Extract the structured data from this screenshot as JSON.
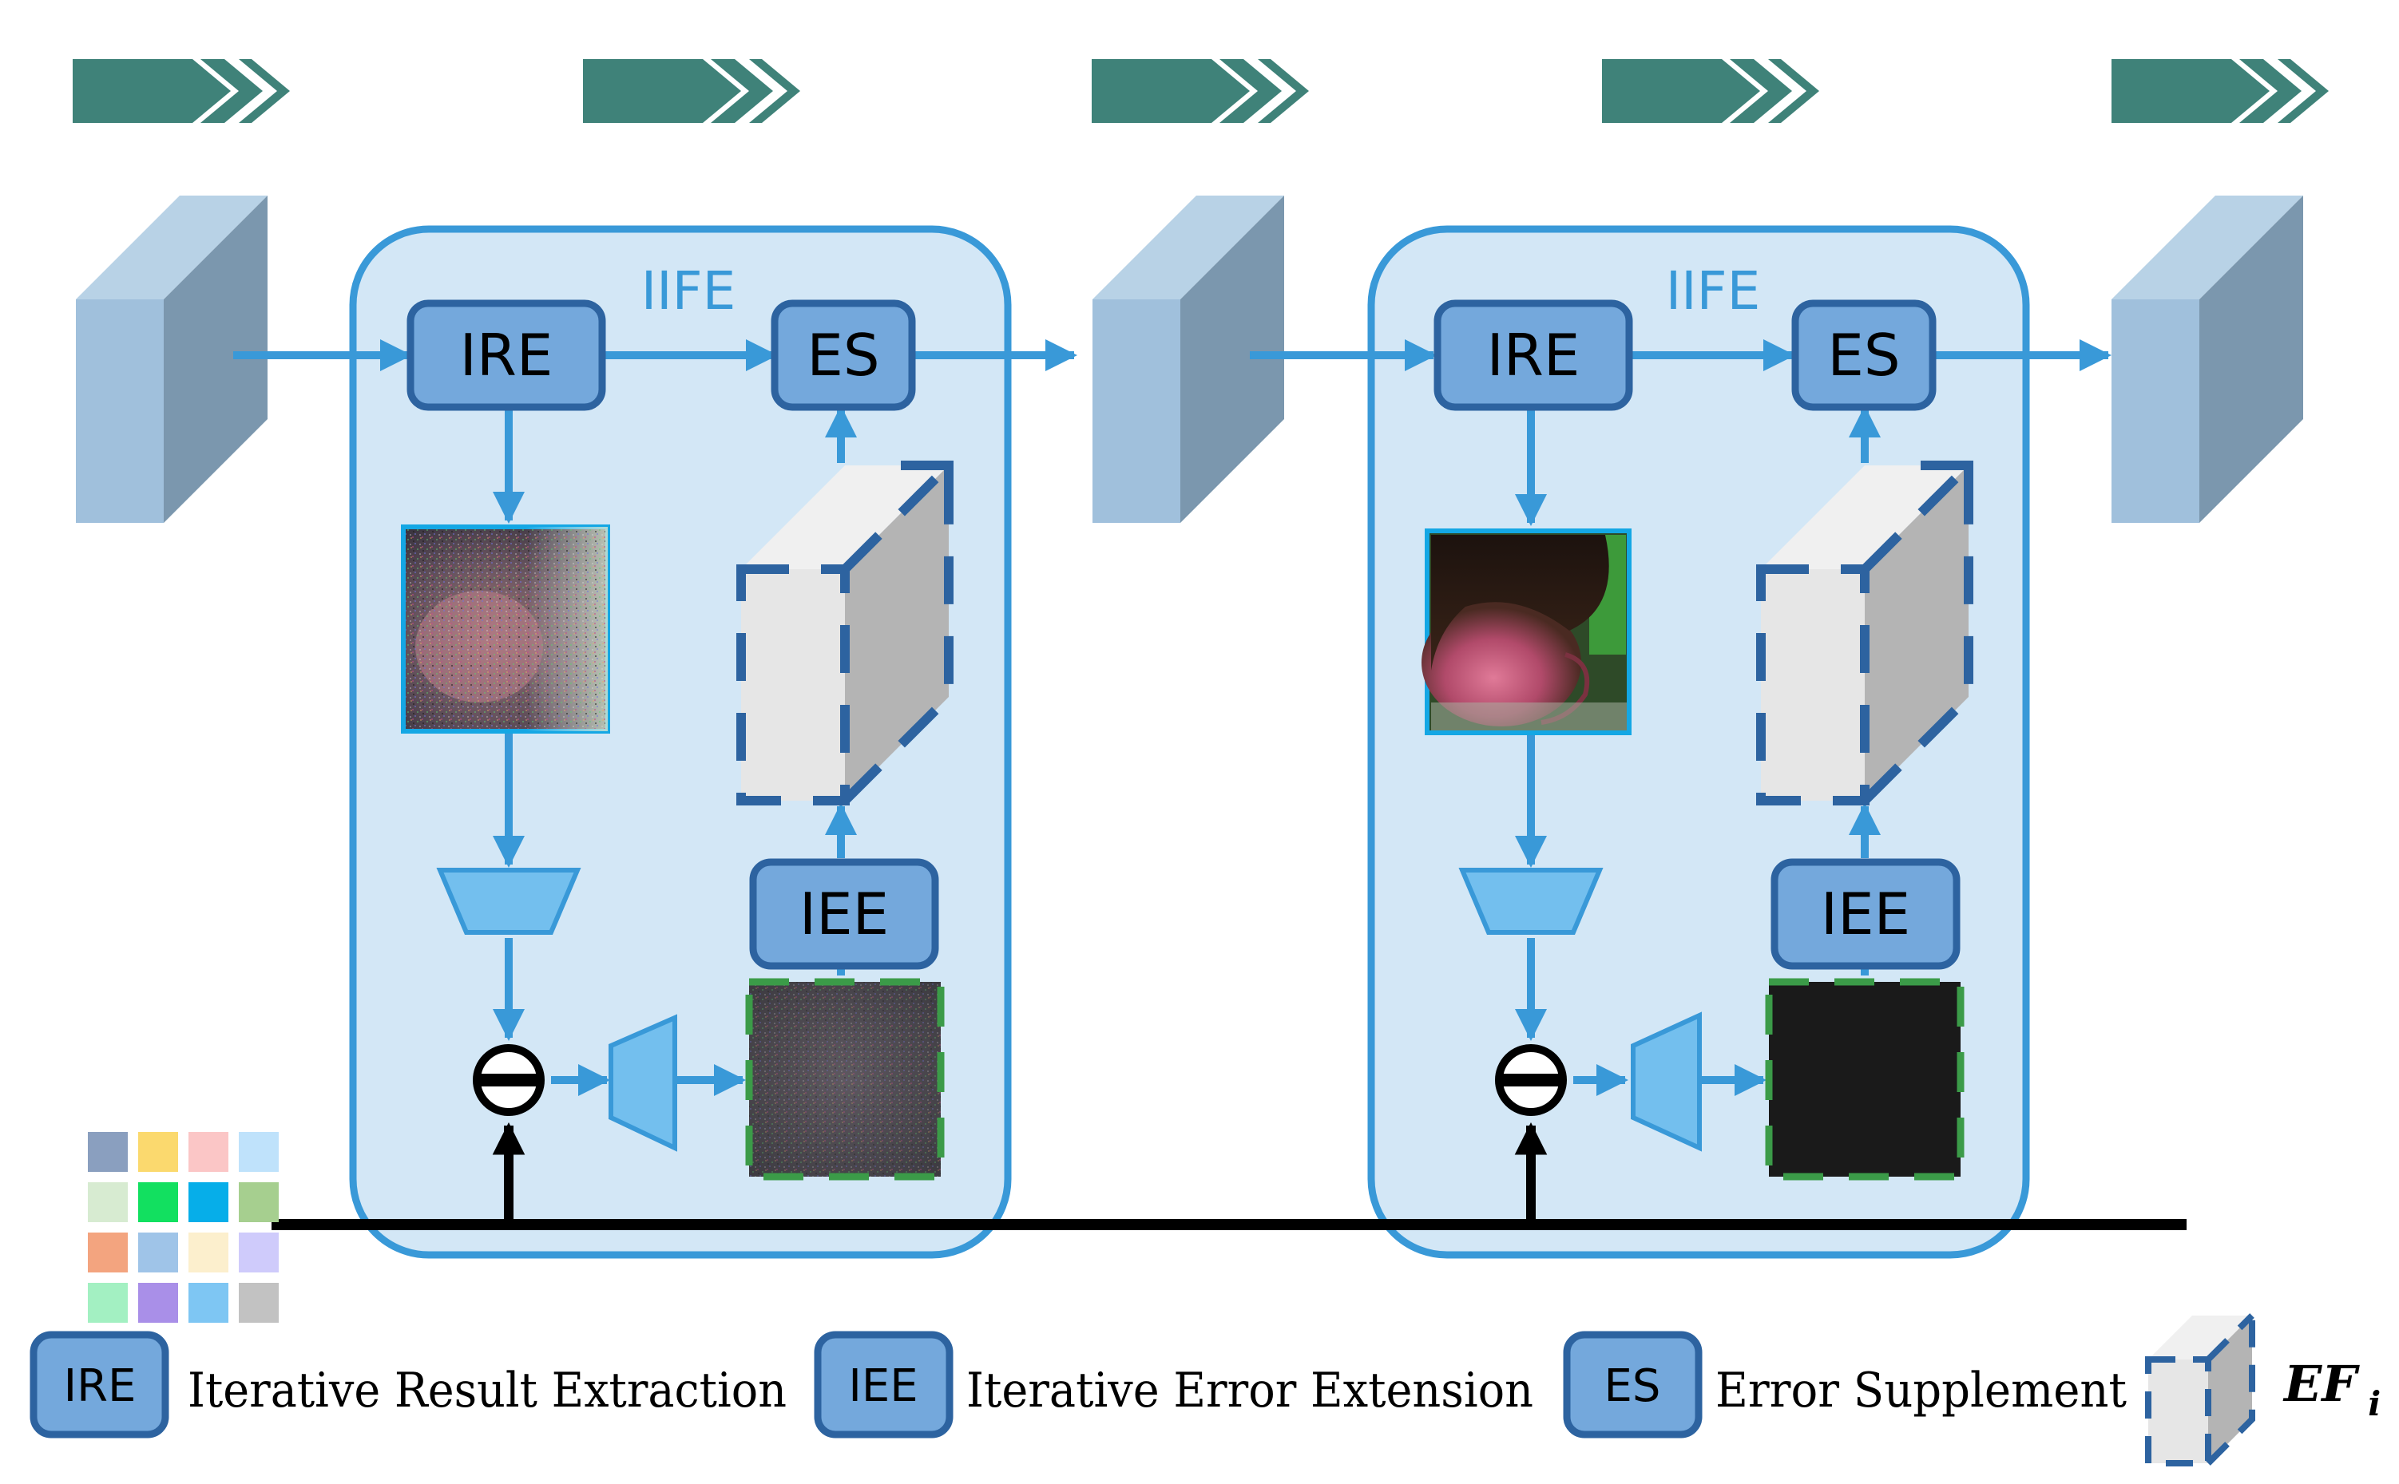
{
  "colors": {
    "chevron": "#3f8279",
    "panel_fill": "#d3e7f6",
    "panel_stroke": "#3999d8",
    "module_fill": "#74a8dc",
    "module_stroke": "#2d63a0",
    "arrow": "#3999d8",
    "trapezoid": "#73bfee",
    "cube_front": "#a0c0dc",
    "cube_top": "#b8d2e6",
    "cube_side": "#7b97ae",
    "dashed_cube_front": "#e6e6e6",
    "dashed_cube_side": "#b4b4b4",
    "dashed_green": "#3b9b48",
    "bus": "#000000"
  },
  "panels": [
    {
      "title": "IIFE",
      "ire_label": "IRE",
      "es_label": "ES",
      "iee_label": "IEE"
    },
    {
      "title": "IIFE",
      "ire_label": "IRE",
      "es_label": "ES",
      "iee_label": "IEE"
    }
  ],
  "legend": [
    {
      "abbr": "IRE",
      "text": "Iterative Result Extraction"
    },
    {
      "abbr": "IEE",
      "text": "Iterative Error Extension"
    },
    {
      "abbr": "ES",
      "text": "Error Supplement"
    }
  ],
  "legend_cube": {
    "symbol": "EF",
    "subscript": "i"
  },
  "palette_colors": [
    "#8a9fbf",
    "#fbd96e",
    "#fbc6c6",
    "#bfe2fb",
    "#d7ebd1",
    "#12e060",
    "#06aee9",
    "#a6cf8f",
    "#f3a47f",
    "#9fc4e8",
    "#fcefcd",
    "#cfcbfb",
    "#a3f0c2",
    "#a98fe8",
    "#7ec6f3",
    "#c2c2c2"
  ],
  "icons": {
    "chevron": "double-chevron-icon",
    "subtract": "minus-circle-icon",
    "feature_cube": "feature-cube-icon",
    "error_cube": "dashed-error-cube-icon",
    "encoder": "trapezoid-encoder-icon",
    "decoder": "trapezoid-decoder-icon"
  }
}
